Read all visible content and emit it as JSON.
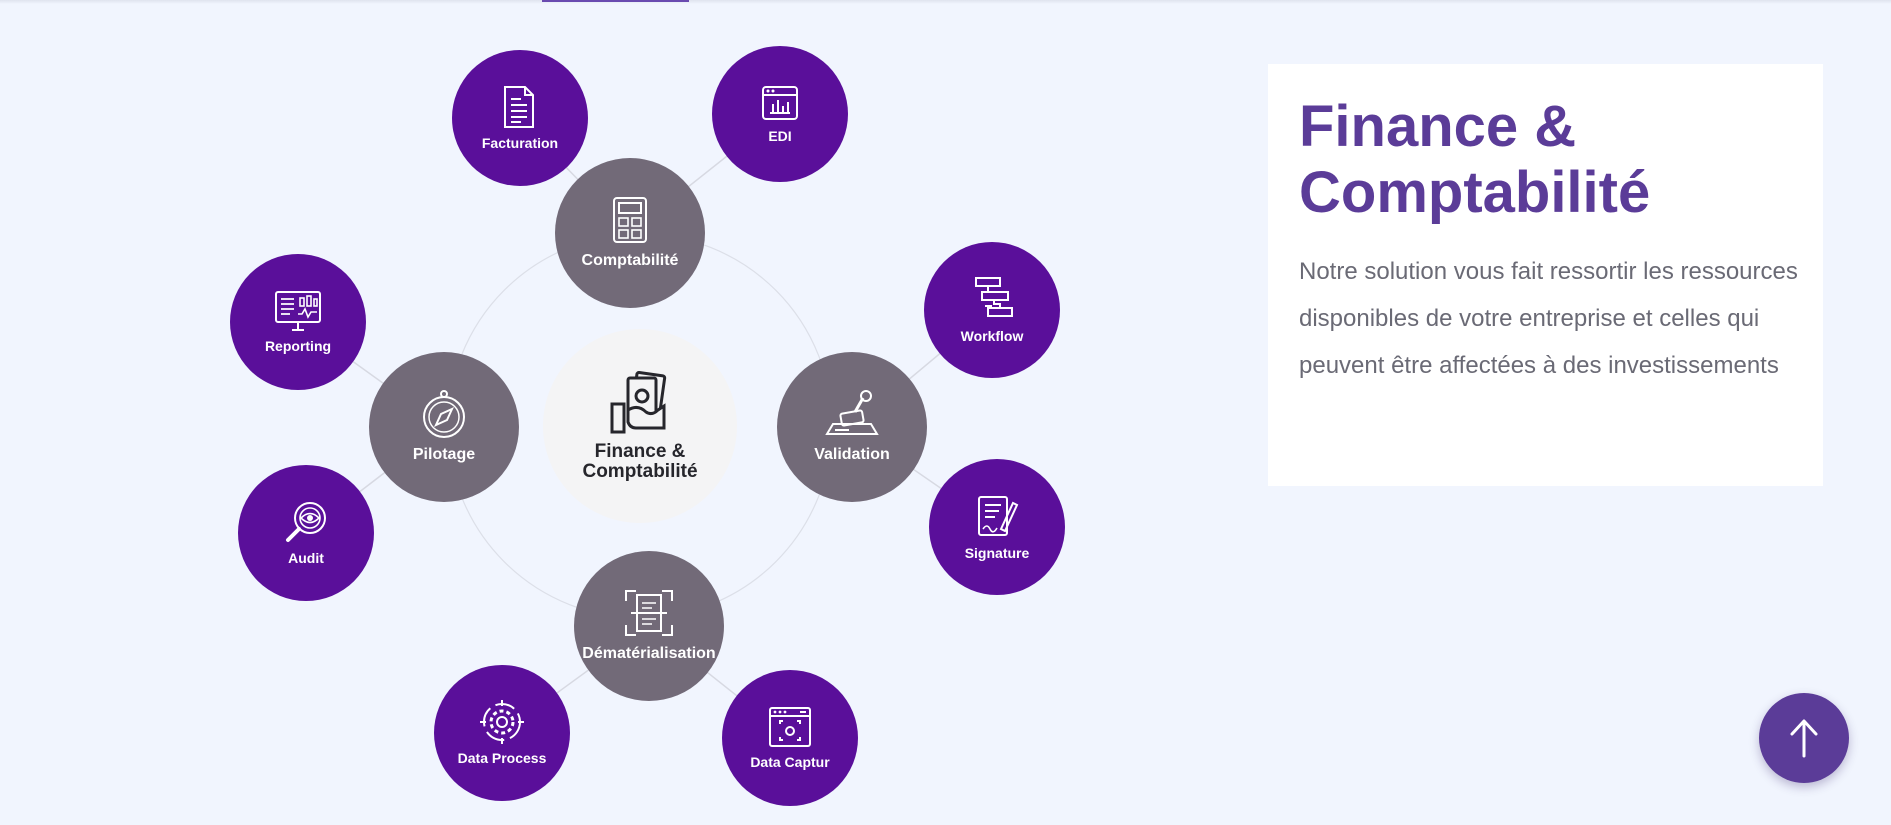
{
  "diagram": {
    "center": {
      "label": "Finance & Comptabilité",
      "icon": "cash-hand-icon"
    },
    "mid_nodes": {
      "comptabilite": {
        "label": "Comptabilité",
        "icon": "calculator-icon"
      },
      "pilotage": {
        "label": "Pilotage",
        "icon": "compass-icon"
      },
      "validation": {
        "label": "Validation",
        "icon": "stamp-icon"
      },
      "dematerialisation": {
        "label": "Dématérialisation",
        "icon": "document-scan-icon"
      }
    },
    "outer_nodes": {
      "facturation": {
        "label": "Facturation",
        "icon": "invoice-icon"
      },
      "edi": {
        "label": "EDI",
        "icon": "browser-chart-icon"
      },
      "reporting": {
        "label": "Reporting",
        "icon": "monitor-chart-icon"
      },
      "audit": {
        "label": "Audit",
        "icon": "magnifier-eye-icon"
      },
      "workflow": {
        "label": "Workflow",
        "icon": "flowchart-icon"
      },
      "signature": {
        "label": "Signature",
        "icon": "document-pen-icon"
      },
      "data_process": {
        "label": "Data Process",
        "icon": "gear-target-icon"
      },
      "data_captur": {
        "label": "Data Captur",
        "icon": "window-focus-icon"
      }
    }
  },
  "card": {
    "title": "Finance & Comptabilité",
    "text": "Notre solution vous fait ressortir les ressources disponibles de votre entreprise et celles qui peuvent être affectées à des investissements"
  },
  "back_to_top": {
    "icon": "arrow-up-icon"
  },
  "colors": {
    "background": "#f1f5fe",
    "outer_node": "#5a0f9a",
    "mid_node": "#726a78",
    "center_node": "#f4f4f5",
    "accent": "#5b3c98",
    "body_text": "#6a6a75"
  }
}
